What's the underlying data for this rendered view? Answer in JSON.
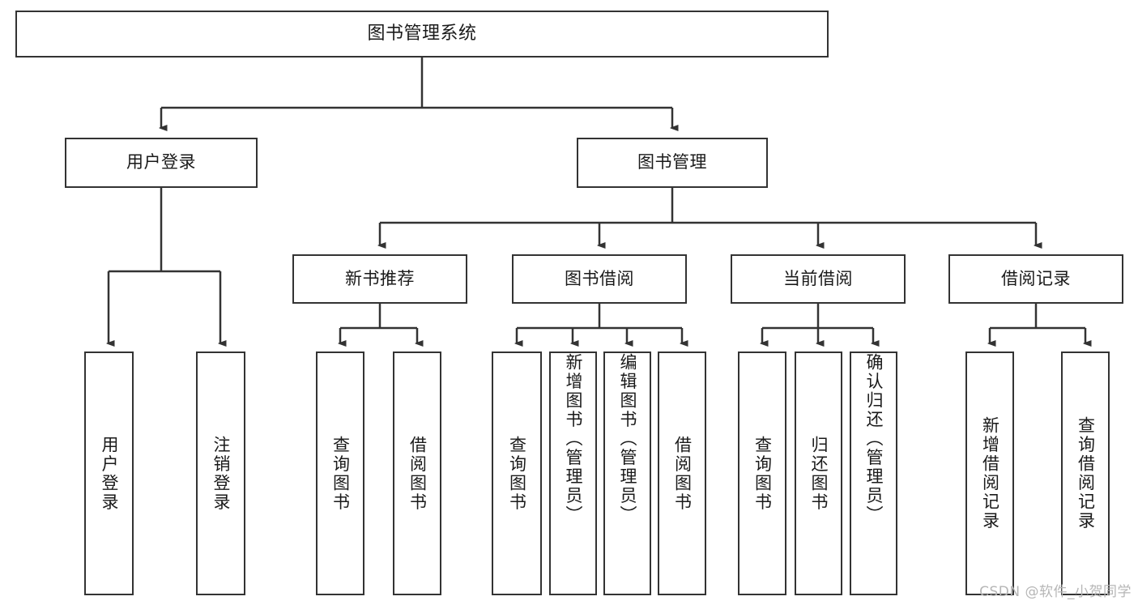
{
  "diagram": {
    "title": "图书管理系统",
    "type": "hierarchy-tree",
    "watermark": "CSDN @软件_小贺同学",
    "colors": {
      "border": "#333333",
      "background": "#ffffff",
      "text": "#1a1a1a",
      "connector": "#333333",
      "watermark": "#b6b6b6"
    },
    "levels": {
      "root": {
        "label": "图书管理系统"
      },
      "level1": [
        {
          "label": "用户登录"
        },
        {
          "label": "图书管理"
        }
      ],
      "level2": [
        {
          "label": "新书推荐"
        },
        {
          "label": "图书借阅"
        },
        {
          "label": "当前借阅"
        },
        {
          "label": "借阅记录"
        }
      ]
    },
    "groups": [
      {
        "parent": "用户登录",
        "leaves": [
          {
            "label": "用户登录"
          },
          {
            "label": "注销登录"
          }
        ]
      },
      {
        "parent": "新书推荐",
        "leaves": [
          {
            "label": "查询图书"
          },
          {
            "label": "借阅图书"
          }
        ]
      },
      {
        "parent": "图书借阅",
        "leaves": [
          {
            "label": "查询图书"
          },
          {
            "label": "新增图书（管理员）"
          },
          {
            "label": "编辑图书（管理员）"
          },
          {
            "label": "借阅图书"
          }
        ]
      },
      {
        "parent": "当前借阅",
        "leaves": [
          {
            "label": "查询图书"
          },
          {
            "label": "归还图书"
          },
          {
            "label": "确认归还（管理员）"
          }
        ]
      },
      {
        "parent": "借阅记录",
        "leaves": [
          {
            "label": "新增借阅记录"
          },
          {
            "label": "查询借阅记录"
          }
        ]
      }
    ]
  }
}
